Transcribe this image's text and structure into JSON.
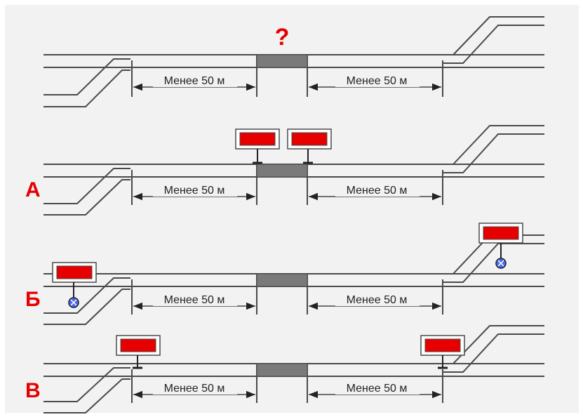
{
  "question_mark": "?",
  "dimension_label": "Менее 50 м",
  "variant_labels": {
    "a": "А",
    "b": "Б",
    "v": "В"
  },
  "colors": {
    "background": "#f2f2f2",
    "track": "#4a4a4a",
    "insulated_section": "#7a7a7a",
    "signal_red": "#e60000",
    "label_red": "#e60000"
  }
}
